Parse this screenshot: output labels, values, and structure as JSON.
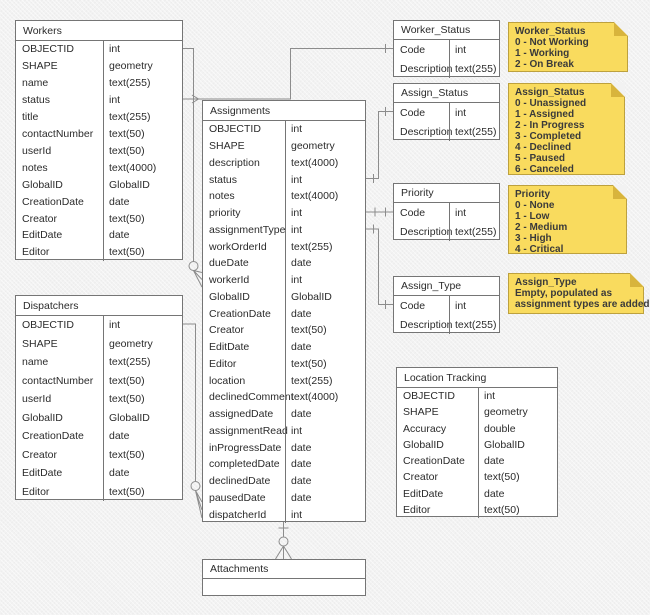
{
  "style": {
    "canvas_bg": "#f2f2f2",
    "table_fill": "#ffffff",
    "table_border": "#757575",
    "connector_line": "#8c8c8c",
    "note_fill": "#F9DB5E",
    "note_fold": "#D8B43C",
    "note_border": "#BDA13E"
  },
  "tables": {
    "workers": {
      "title": "Workers",
      "fields": [
        [
          "OBJECTID",
          "int"
        ],
        [
          "SHAPE",
          "geometry"
        ],
        [
          "name",
          "text(255)"
        ],
        [
          "status",
          "int"
        ],
        [
          "title",
          "text(255)"
        ],
        [
          "contactNumber",
          "text(50)"
        ],
        [
          "userId",
          "text(50)"
        ],
        [
          "notes",
          "text(4000)"
        ],
        [
          "GlobalID",
          "GlobalID"
        ],
        [
          "CreationDate",
          "date"
        ],
        [
          "Creator",
          "text(50)"
        ],
        [
          "EditDate",
          "date"
        ],
        [
          "Editor",
          "text(50)"
        ]
      ]
    },
    "dispatchers": {
      "title": "Dispatchers",
      "fields": [
        [
          "OBJECTID",
          "int"
        ],
        [
          "SHAPE",
          "geometry"
        ],
        [
          "name",
          "text(255)"
        ],
        [
          "contactNumber",
          "text(50)"
        ],
        [
          "userId",
          "text(50)"
        ],
        [
          "GlobalID",
          "GlobalID"
        ],
        [
          "CreationDate",
          "date"
        ],
        [
          "Creator",
          "text(50)"
        ],
        [
          "EditDate",
          "date"
        ],
        [
          "Editor",
          "text(50)"
        ]
      ]
    },
    "assignments": {
      "title": "Assignments",
      "fields": [
        [
          "OBJECTID",
          "int"
        ],
        [
          "SHAPE",
          "geometry"
        ],
        [
          "description",
          "text(4000)"
        ],
        [
          "status",
          "int"
        ],
        [
          "notes",
          "text(4000)"
        ],
        [
          "priority",
          "int"
        ],
        [
          "assignmentType",
          "int"
        ],
        [
          "workOrderId",
          "text(255)"
        ],
        [
          "dueDate",
          "date"
        ],
        [
          "workerId",
          "int"
        ],
        [
          "GlobalID",
          "GlobalID"
        ],
        [
          "CreationDate",
          "date"
        ],
        [
          "Creator",
          "text(50)"
        ],
        [
          "EditDate",
          "date"
        ],
        [
          "Editor",
          "text(50)"
        ],
        [
          "location",
          "text(255)"
        ],
        [
          "declinedComment",
          "text(4000)"
        ],
        [
          "assignedDate",
          "date"
        ],
        [
          "assignmentRead",
          "int"
        ],
        [
          "inProgressDate",
          "date"
        ],
        [
          "completedDate",
          "date"
        ],
        [
          "declinedDate",
          "date"
        ],
        [
          "pausedDate",
          "date"
        ],
        [
          "dispatcherId",
          "int"
        ]
      ]
    },
    "worker_status": {
      "title": "Worker_Status",
      "fields": [
        [
          "Code",
          "int"
        ],
        [
          "Description",
          "text(255)"
        ]
      ]
    },
    "assign_status": {
      "title": "Assign_Status",
      "fields": [
        [
          "Code",
          "int"
        ],
        [
          "Description",
          "text(255)"
        ]
      ]
    },
    "priority": {
      "title": "Priority",
      "fields": [
        [
          "Code",
          "int"
        ],
        [
          "Description",
          "text(255)"
        ]
      ]
    },
    "assign_type": {
      "title": "Assign_Type",
      "fields": [
        [
          "Code",
          "int"
        ],
        [
          "Description",
          "text(255)"
        ]
      ]
    },
    "location_tracking": {
      "title": "Location Tracking",
      "fields": [
        [
          "OBJECTID",
          "int"
        ],
        [
          "SHAPE",
          "geometry"
        ],
        [
          "Accuracy",
          "double"
        ],
        [
          "GlobalID",
          "GlobalID"
        ],
        [
          "CreationDate",
          "date"
        ],
        [
          "Creator",
          "text(50)"
        ],
        [
          "EditDate",
          "date"
        ],
        [
          "Editor",
          "text(50)"
        ]
      ]
    },
    "attachments": {
      "title": "Attachments",
      "fields": []
    }
  },
  "notes": {
    "worker_status": {
      "title": "Worker_Status",
      "lines": [
        "0 - Not Working",
        "1 - Working",
        "2 - On Break"
      ]
    },
    "assign_status": {
      "title": "Assign_Status",
      "lines": [
        "0 - Unassigned",
        "1 - Assigned",
        "2 - In Progress",
        "3 - Completed",
        "4 - Declined",
        "5 - Paused",
        "6 - Canceled"
      ]
    },
    "priority": {
      "title": "Priority",
      "lines": [
        "0 - None",
        "1 - Low",
        "2 - Medium",
        "3 - High",
        "4 - Critical"
      ]
    },
    "assign_type": {
      "title": "Assign_Type",
      "lines": [
        "Empty, populated as",
        "assignment types are added"
      ]
    }
  }
}
